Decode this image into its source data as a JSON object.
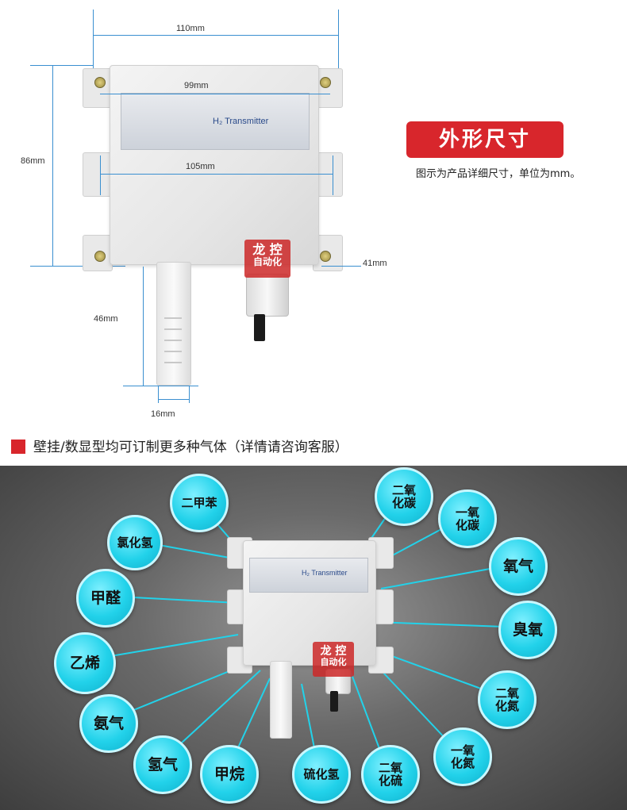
{
  "dimensions": {
    "width": "110mm",
    "inner": "99mm",
    "mounting": "105mm",
    "height": "86mm",
    "depth": "41mm",
    "probe_length": "46mm",
    "probe_diameter": "16mm"
  },
  "device": {
    "panel_label": "H₂ Transmitter",
    "stamp_line1": "龙 控",
    "stamp_line2": "自动化"
  },
  "badge": {
    "title": "外形尺寸",
    "note": "图示为产品详细尺寸，单位为mm。"
  },
  "section": {
    "title": "壁挂/数显型均可订制更多种气体（详情请咨询客服）"
  },
  "gases": [
    "二甲苯",
    "氯化氢",
    "甲醛",
    "乙烯",
    "氨气",
    "氢气",
    "甲烷",
    "硫化氢",
    "二氧\n化硫",
    "一氧\n化氮",
    "二氧\n化氮",
    "臭氧",
    "氧气",
    "一氧\n化碳",
    "二氧\n化碳"
  ],
  "colors": {
    "accent": "#d8262c",
    "bubble": "#22d2ea",
    "dimension_line": "#3a8fd0"
  }
}
